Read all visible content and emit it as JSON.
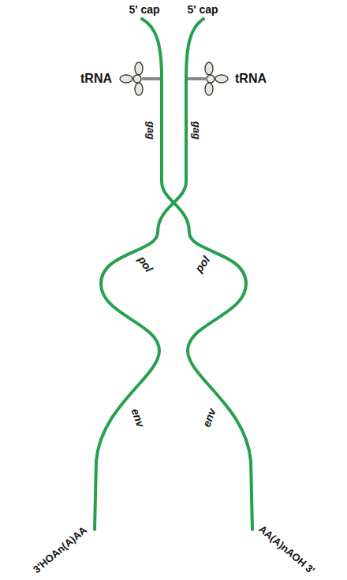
{
  "diagram": {
    "labels": [
      "5' cap",
      "5' cap",
      "tRNA",
      "tRNA",
      "gag",
      "gag",
      "pol",
      "pol",
      "env",
      "env",
      "3'HOAn(A)AA",
      "AA(A)nAOH 3'"
    ]
  }
}
